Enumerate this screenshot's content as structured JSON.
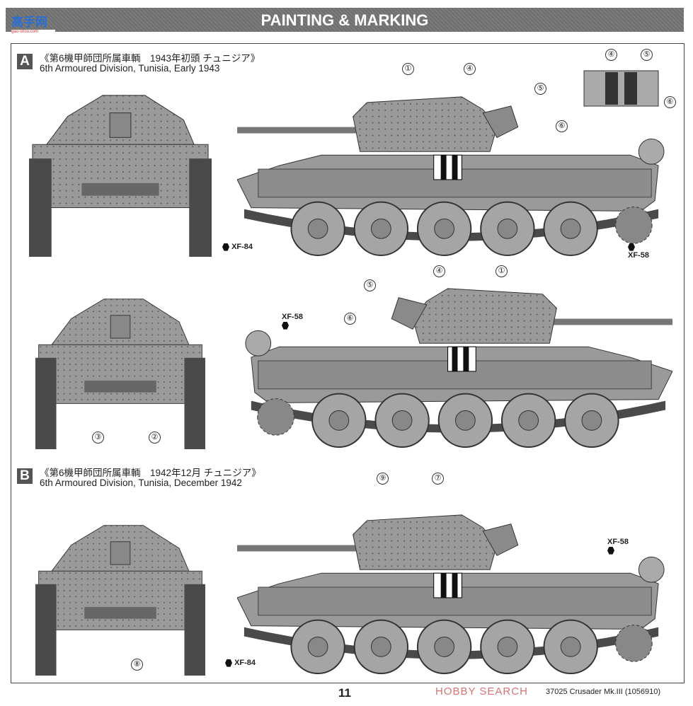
{
  "header": {
    "title": "PAINTING & MARKING",
    "logo_text": "高手网",
    "logo_url_text": "gao-shou.com"
  },
  "section_a": {
    "badge": "A",
    "title_jp": "《第6機甲師団所属車輌　1943年初頭 チュニジア》",
    "title_en": "6th Armoured Division, Tunisia, Early 1943"
  },
  "section_b": {
    "badge": "B",
    "title_jp": "《第6機甲師団所属車輌　1942年12月 チュニジア》",
    "title_en": "6th Armoured Division, Tunisia, December 1942"
  },
  "callouts": [
    "①",
    "④",
    "⑤",
    "⑥",
    "⑤",
    "④",
    "①",
    "⑥",
    "③",
    "②",
    "⑨",
    "⑦",
    "⑧",
    "④",
    "⑤",
    "⑥"
  ],
  "paints": {
    "xf84": "XF-84",
    "xf58": "XF-58"
  },
  "colors": {
    "tank": "#9a9a9a",
    "tank_dark": "#7d7d7d",
    "track": "#4a4a4a",
    "title_bar": "#747474"
  },
  "footer": {
    "page_number": "11",
    "product": "37025 Crusader Mk.III (1056910)",
    "watermark": "HOBBY SEARCH"
  }
}
